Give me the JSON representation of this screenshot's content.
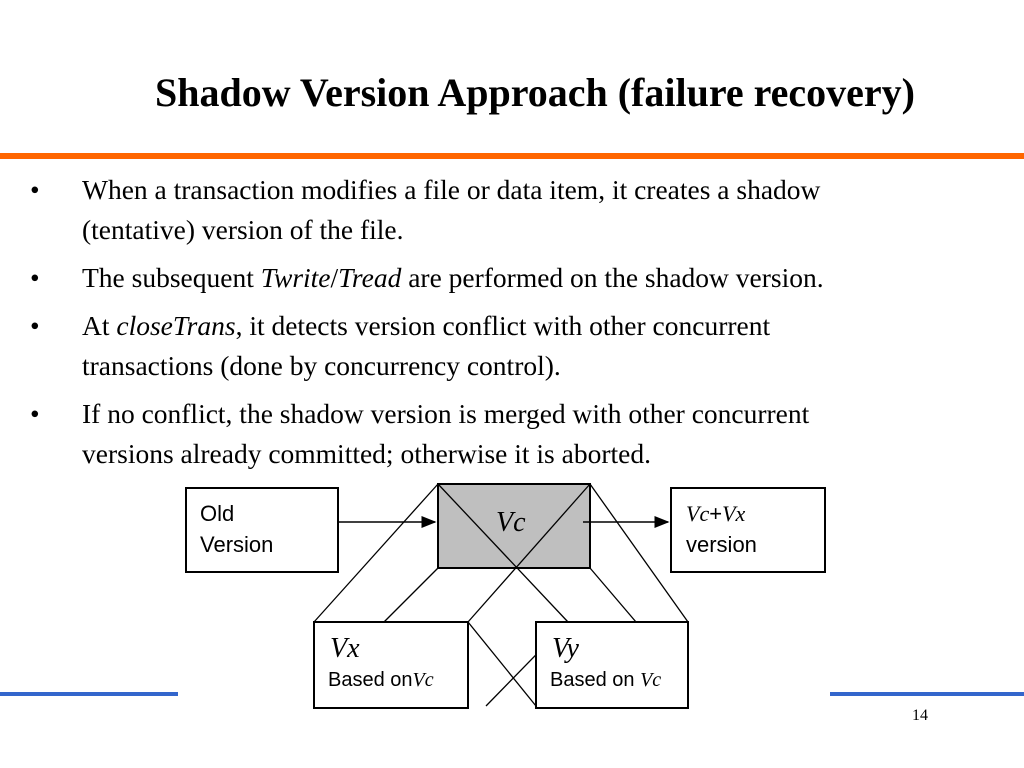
{
  "slide": {
    "title": "Shadow Version Approach (failure recovery)",
    "page_number": "14",
    "colors": {
      "top_rule": "#FF6600",
      "bottom_rule": "#3366CC",
      "vc_fill": "#BFBFBF"
    },
    "bullet_symbol": "•",
    "bullets": [
      {
        "lines": [
          "When a transaction modifies a file or data item, it creates a shadow",
          "(tentative) version of the file."
        ]
      },
      {
        "pre": "The subsequent ",
        "em1": "Twrite",
        "mid": "/",
        "em2": "Tread",
        "post": " are performed on the shadow version."
      },
      {
        "pre": "At ",
        "em": "closeTrans",
        "post": ", it detects version conflict with other concurrent",
        "line2": "transactions (done by concurrency control)."
      },
      {
        "lines": [
          "If no conflict, the shadow version is merged with other concurrent",
          "versions already committed; otherwise it is aborted."
        ]
      }
    ]
  },
  "diagram": {
    "old_version": {
      "line1": "Old",
      "line2": "Version"
    },
    "vc": "Vc",
    "merged": {
      "vc": "Vc",
      "plus": "+",
      "vx": "Vx",
      "line2": "version"
    },
    "vx": {
      "name": "Vx",
      "based": "Based on",
      "ref": "Vc"
    },
    "vy": {
      "name": "Vy",
      "based": "Based on ",
      "ref": "Vc"
    }
  }
}
